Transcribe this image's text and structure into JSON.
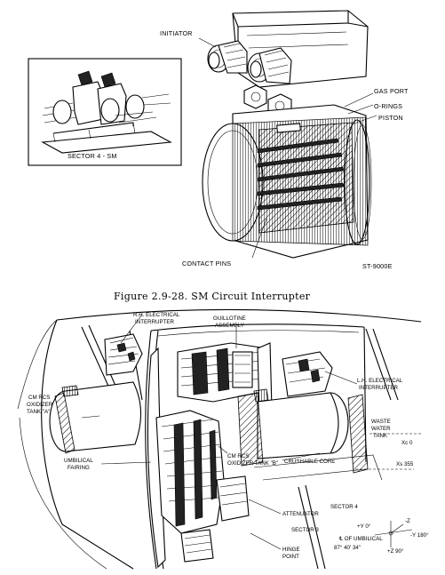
{
  "figure1": {
    "labels": {
      "initiator": "INITIATOR",
      "gas_port": "GAS PORT",
      "o_rings": "O-RINGS",
      "piston": "PISTON",
      "contact_pins": "CONTACT PINS",
      "inset": "SECTOR 4 - SM",
      "drawing_number": "ST-9000E"
    },
    "caption": "Figure 2.9-28.  SM Circuit Interrupter"
  },
  "figure2": {
    "labels": {
      "rh_interrupter_1": "R.H. ELECTRICAL",
      "rh_interrupter_2": "INTERRUPTER",
      "guillotine_1": "GUILLOTINE",
      "guillotine_2": "ASSEMBLY",
      "lh_interrupter_1": "L.H. ELECTRICAL",
      "lh_interrupter_2": "INTERRUPTER",
      "cm_rcs_a_1": "CM RCS",
      "cm_rcs_a_2": "OXIDIZER",
      "cm_rcs_a_3": "TANK \"A\"",
      "waste_1": "WASTE",
      "waste_2": "WATER",
      "waste_3": "TANK",
      "umbilical_1": "UMBILICAL",
      "umbilical_2": "FAIRING",
      "cm_rcs_b_1": "CM RCS",
      "cm_rcs_b_2": "OXIDIZER TANK \"B\"",
      "crushable_core": "CRUSHABLE CORE",
      "xc0": "Xc 0",
      "xs355": "Xs 355",
      "attenuator": "ATTENUATOR",
      "sector3": "SECTOR 3",
      "sector4": "SECTOR 4",
      "hinge_1": "HINGE",
      "hinge_2": "POINT",
      "axis_plus_y": "+Y 0°",
      "axis_minus_z": "-Z",
      "axis_minus_y": "-Y 180°",
      "axis_plus_z": "+Z 90°",
      "cl_umbilical": "℄ OF UMBILICAL",
      "angle": "87° 40' 34\""
    }
  }
}
